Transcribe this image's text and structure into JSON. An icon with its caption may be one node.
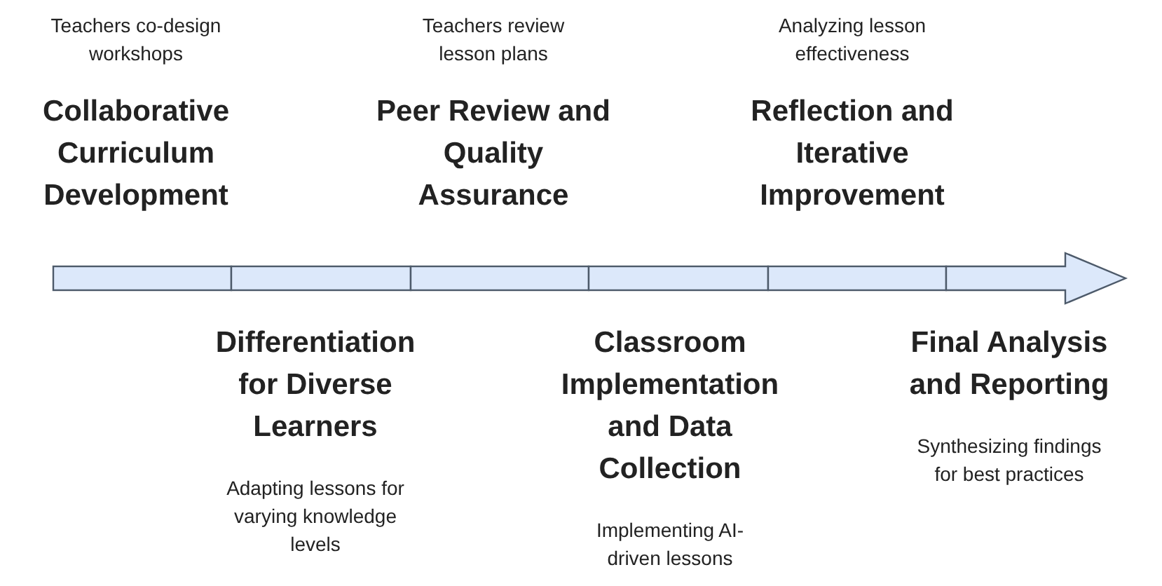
{
  "diagram": {
    "nodes": [
      {
        "text": [],
        "shape": "bar",
        "beside": [
          "Teachers co-design workshops",
          "Collaborative Curriculum Development"
        ]
      },
      {
        "text": [],
        "shape": "bar",
        "beside": [
          "Differentiation for Diverse Learners",
          "Adapting lessons for varying knowledge levels"
        ]
      },
      {
        "text": [],
        "shape": "bar",
        "beside": [
          "Teachers review lesson plans",
          "Peer Review and Quality Assurance"
        ]
      },
      {
        "text": [],
        "shape": "bar",
        "beside": [
          "Classroom Implementation and Data Collection",
          "Implementing AI-driven lessons"
        ]
      },
      {
        "text": [],
        "shape": "bar",
        "beside": [
          "Analyzing lesson effectiveness",
          "Reflection and Iterative Improvement"
        ]
      },
      {
        "text": [],
        "shape": "bar",
        "beside": [
          "Final Analysis and Reporting",
          "Synthesizing findings for best practices"
        ]
      }
    ]
  }
}
